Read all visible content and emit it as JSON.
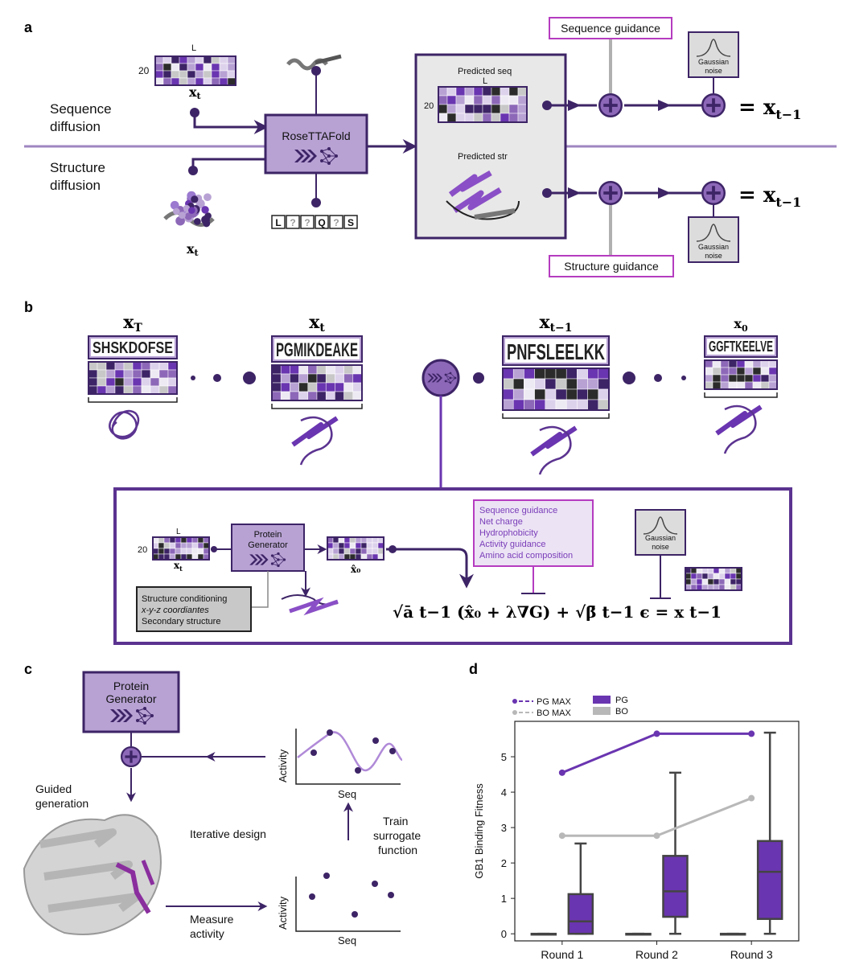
{
  "panel_a": {
    "letter": "a",
    "seq_diffusion": [
      "Sequence",
      "diffusion"
    ],
    "str_diffusion": [
      "Structure",
      "diffusion"
    ],
    "matrix_L": "L",
    "matrix_20": "20",
    "xt": "x",
    "xt_sub": "t",
    "rosettafold": "RoseTTAFold",
    "motif": [
      "L",
      "?",
      "?",
      "Q",
      "?",
      "S"
    ],
    "predicted_seq": "Predicted seq",
    "predicted_str": "Predicted str",
    "seq_guidance": "Sequence guidance",
    "str_guidance": "Structure guidance",
    "gaussian": [
      "Gaussian",
      "noise"
    ],
    "output": "= x",
    "output_sub": "t−1"
  },
  "panel_b": {
    "letter": "b",
    "steps": [
      {
        "main": "x",
        "sub": "T",
        "logo": "SHSKDOFSE"
      },
      {
        "main": "x",
        "sub": "t",
        "logo": "PGMIKDEAKE"
      },
      {
        "main": "x",
        "sub": "t−1",
        "logo": "PNFSLEELKK"
      },
      {
        "main": "x",
        "sub": "0",
        "logo": "GGFTKEELVE"
      }
    ],
    "inset": {
      "matrix_L": "L",
      "matrix_20": "20",
      "xt": "x",
      "xt_sub": "t",
      "generator": [
        "Protein",
        "Generator"
      ],
      "x0hat": "x̂₀",
      "conditioning": [
        "Structure conditioning",
        "x-y-z coordiantes",
        "Secondary structure"
      ],
      "guidance": [
        "Sequence guidance",
        "Net charge",
        "Hydrophobicity",
        "Activity guidance",
        "Amino acid composition"
      ],
      "gaussian": [
        "Gaussian",
        "noise"
      ],
      "equation": "√ā t−1 (x̂₀ + λ∇G) + √β̄ t−1 ϵ = x t−1"
    }
  },
  "panel_c": {
    "letter": "c",
    "generator": [
      "Protein",
      "Generator"
    ],
    "guided": [
      "Guided",
      "generation"
    ],
    "iterative": "Iterative design",
    "measure": [
      "Measure",
      "activity"
    ],
    "train": [
      "Train",
      "surrogate",
      "function"
    ],
    "axis_y": "Activity",
    "axis_x": "Seq"
  },
  "chart_data": {
    "type": "box",
    "letter": "d",
    "ylabel": "GB1 Binding Fitness",
    "categories": [
      "Round 1",
      "Round 2",
      "Round 3"
    ],
    "ylim": [
      -0.2,
      6.0
    ],
    "yticks": [
      0,
      1,
      2,
      3,
      4,
      5
    ],
    "legend": [
      {
        "name": "PG MAX",
        "kind": "line",
        "color": "#6a35b0"
      },
      {
        "name": "BO MAX",
        "kind": "line",
        "color": "#b8b8b8"
      },
      {
        "name": "PG",
        "kind": "box",
        "color": "#6a35b0"
      },
      {
        "name": "BO",
        "kind": "box",
        "color": "#b8b8b8"
      }
    ],
    "max_lines": [
      {
        "name": "PG MAX",
        "color": "#6a35b0",
        "values": [
          4.55,
          5.65,
          5.65
        ]
      },
      {
        "name": "BO MAX",
        "color": "#b8b8b8",
        "values": [
          2.77,
          2.77,
          3.83
        ]
      }
    ],
    "boxes": [
      {
        "series": "BO",
        "color": "#b8b8b8",
        "stats": [
          {
            "min": 0,
            "q1": 0,
            "median": 0,
            "q3": 0,
            "max": 0
          },
          {
            "min": 0,
            "q1": 0,
            "median": 0,
            "q3": 0,
            "max": 0
          },
          {
            "min": 0,
            "q1": 0,
            "median": 0,
            "q3": 0,
            "max": 0
          }
        ]
      },
      {
        "series": "PG",
        "color": "#6a35b0",
        "stats": [
          {
            "min": 0,
            "q1": 0,
            "median": 0.35,
            "q3": 1.12,
            "max": 2.55
          },
          {
            "min": 0,
            "q1": 0.48,
            "median": 1.2,
            "q3": 2.2,
            "max": 4.55
          },
          {
            "min": 0,
            "q1": 0.42,
            "median": 1.75,
            "q3": 2.62,
            "max": 5.68
          }
        ]
      }
    ]
  }
}
